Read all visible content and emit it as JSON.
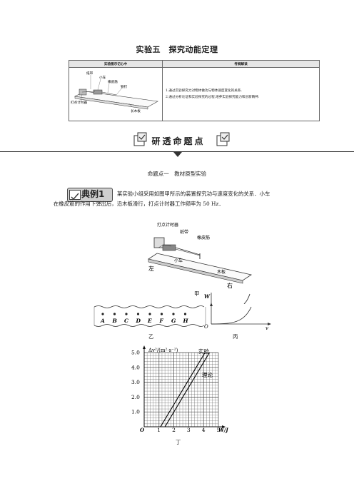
{
  "title": "实验五　探究动能定理",
  "intro_table": {
    "left_header": "实验图示记心中",
    "right_header": "考纲解读",
    "figure_labels": {
      "paper_tape": "纸带",
      "cart": "小车",
      "rubber_band": "橡皮筋",
      "nail": "铁钉",
      "timer": "打点计时器",
      "board": "长木板"
    },
    "goals": [
      "1.通过实验探究力对物体做功与物体速度变化的关系.",
      "2.通过分析论证和实验探究的过程,培养实验探究能力和创新精神."
    ]
  },
  "banner": "研透命题点",
  "subhead": "命题点一　教材原型实验",
  "badge": "典例1",
  "problem_line1": "某实验小组采用如图甲所示的装置探究功与速度变化的关系．小车",
  "problem_line2": "在橡皮筋的作用下弹出后，沿木板滑行，打点计时器工作频率为 50 Hz．",
  "fig_jia": {
    "timer": "打点计时器",
    "paper_tape": "纸带",
    "rubber_band": "橡皮筋",
    "cart": "小车",
    "left": "左",
    "right": "右",
    "board": "木板",
    "caption": "甲"
  },
  "fig_yi": {
    "points": [
      "A",
      "B",
      "C",
      "D",
      "E",
      "F",
      "G",
      "H"
    ],
    "caption": "乙"
  },
  "fig_bing": {
    "y_label": "W",
    "x_label": "v",
    "origin": "O",
    "caption": "丙"
  },
  "fig_ding": {
    "caption": "丁",
    "y_label": "Δv²/(m²·s⁻²)",
    "x_label": "W/J",
    "origin": "O",
    "x_ticks": [
      "1",
      "2",
      "3",
      "4",
      "5"
    ],
    "y_ticks": [
      "1.0",
      "2.0",
      "3.0",
      "4.0",
      "5.0"
    ],
    "line_exp": "实验",
    "line_theory": "理论"
  },
  "chart_data": {
    "type": "line",
    "xlabel": "W/J",
    "ylabel": "Δv²/(m²·s⁻²)",
    "xlim": [
      0,
      5
    ],
    "ylim": [
      0,
      5
    ],
    "grid": true,
    "series": [
      {
        "name": "实验",
        "x": [
          1.1,
          4.1
        ],
        "y": [
          0,
          5.0
        ]
      },
      {
        "name": "理论",
        "x": [
          1.4,
          4.4
        ],
        "y": [
          0,
          5.0
        ]
      }
    ]
  }
}
